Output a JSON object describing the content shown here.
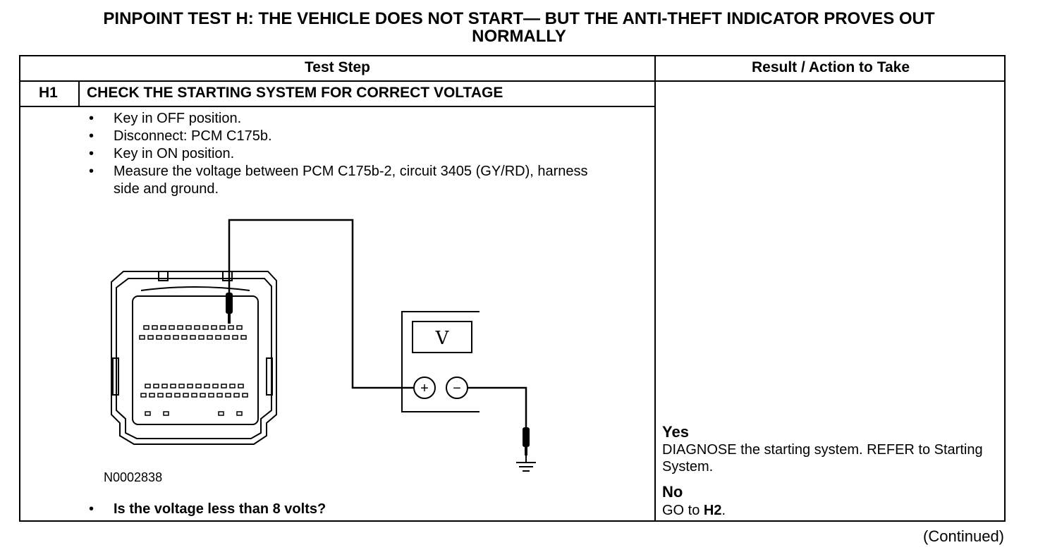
{
  "title": {
    "line1": "PINPOINT TEST H: THE VEHICLE DOES NOT START— BUT THE ANTI-THEFT INDICATOR PROVES OUT",
    "line2": "NORMALLY"
  },
  "table": {
    "header_test_step": "Test Step",
    "header_result": "Result / Action to Take",
    "step_id": "H1",
    "step_title": "CHECK THE STARTING SYSTEM FOR CORRECT VOLTAGE",
    "instructions": [
      "Key in OFF position.",
      "Disconnect: PCM C175b.",
      "Key in ON position.",
      "Measure the voltage between PCM C175b-2, circuit 3405 (GY/RD), harness side and ground."
    ],
    "figure": {
      "meter_symbol": "V",
      "plus_symbol": "+",
      "minus_symbol": "−",
      "figure_id": "N0002838"
    },
    "question": "Is the voltage less than 8 volts?",
    "results": {
      "yes_label": "Yes",
      "yes_action": "DIAGNOSE the starting system. REFER to Starting System.",
      "no_label": "No",
      "no_action_prefix": "GO to ",
      "no_action_target": "H2",
      "no_action_suffix": "."
    }
  },
  "footer": {
    "continued": "(Continued)"
  }
}
